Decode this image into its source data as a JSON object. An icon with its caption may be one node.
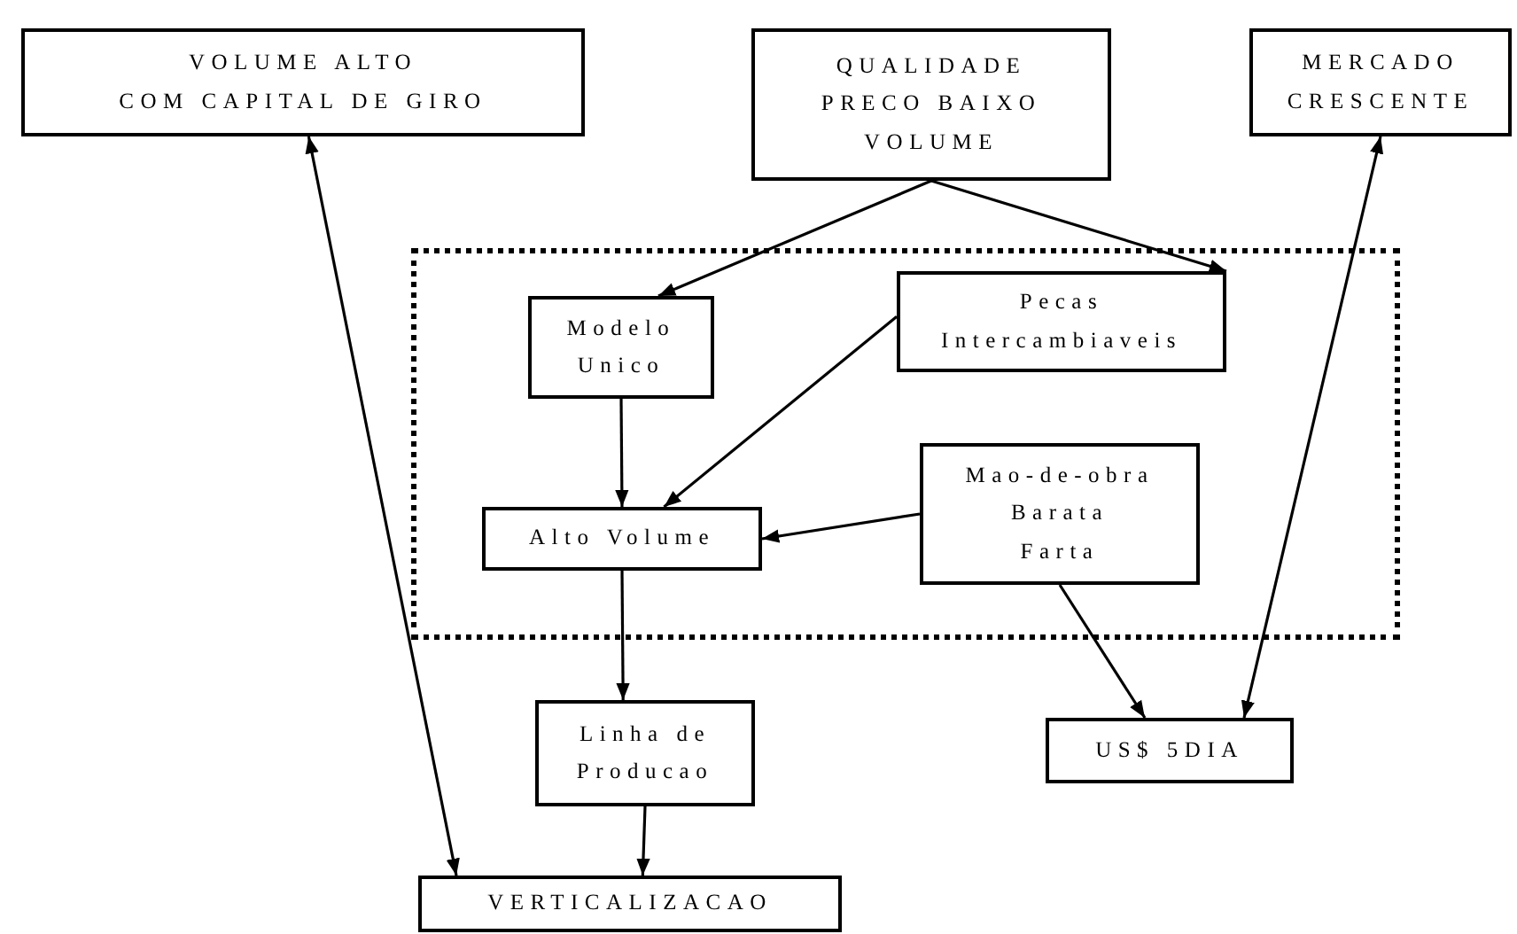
{
  "diagram": {
    "nodes": [
      {
        "text": [
          "VOLUME ALTO COM CAPITAL DE GIRO"
        ]
      },
      {
        "text": [
          "QUALIDADE PRECO BAIXO VOLUME"
        ]
      },
      {
        "text": [
          "MERCADO CRESCENTE"
        ]
      },
      {
        "text": [],
        "shape": "box"
      },
      {
        "text": [
          "Modelo Unico"
        ],
        "in": 3
      },
      {
        "text": [
          "Pecas Intercambiaveis"
        ],
        "in": 3
      },
      {
        "text": [
          "Alto Volume"
        ],
        "in": 3
      },
      {
        "text": [
          "Mao-de-obra Barata Farta"
        ],
        "in": 3
      },
      {
        "text": [
          "Linha de Producao"
        ]
      },
      {
        "text": [
          "US$ 5DIA"
        ]
      },
      {
        "text": [
          "VERTICALIZACAO"
        ]
      }
    ],
    "edges": [
      {
        "from": 1,
        "to": 4,
        "arrow": "to"
      },
      {
        "from": 1,
        "to": 5,
        "arrow": "to"
      },
      {
        "from": 5,
        "to": 6,
        "arrow": "to"
      },
      {
        "from": 4,
        "to": 6,
        "arrow": "to"
      },
      {
        "from": 7,
        "to": 6,
        "arrow": "to"
      },
      {
        "from": 6,
        "to": 8,
        "arrow": "to"
      },
      {
        "from": 8,
        "to": 10,
        "arrow": "to"
      },
      {
        "from": 7,
        "to": 9,
        "arrow": "to"
      },
      {
        "from": 2,
        "to": 9,
        "arrow": "both"
      },
      {
        "from": 0,
        "to": 10,
        "arrow": "both"
      }
    ]
  }
}
